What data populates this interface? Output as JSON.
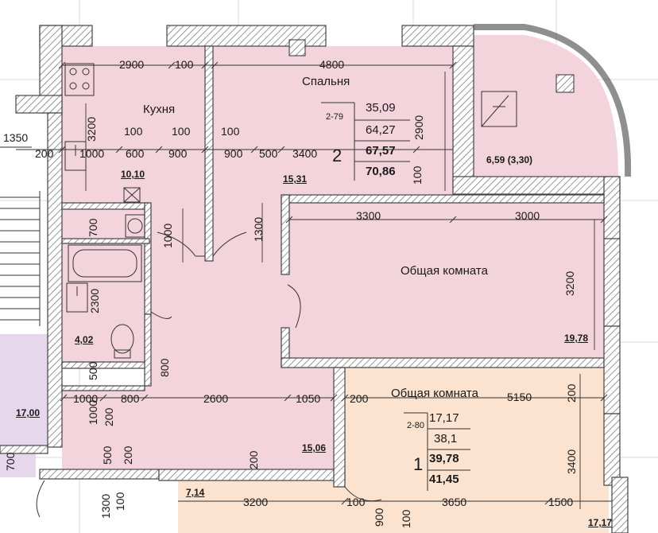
{
  "dims": {
    "d_2900_top": "2900",
    "d_100_a": "100",
    "d_4800": "4800",
    "d_1350": "1350",
    "d_3200_kitchen": "3200",
    "d_100_b": "100",
    "d_100_c": "100",
    "d_100_d": "100",
    "d_200_left": "200",
    "d_1000_k": "1000",
    "d_600": "600",
    "d_900_a": "900",
    "d_900_b": "900",
    "d_500_a": "500",
    "d_3400_bed": "3400",
    "d_2900_right": "2900",
    "d_100_bed": "100",
    "d_700_bath": "700",
    "d_1000_door": "1000",
    "d_1300": "1300",
    "d_3300": "3300",
    "d_3000": "3000",
    "d_3200_living": "3200",
    "d_2300": "2300",
    "d_500_wc": "500",
    "d_800_v": "800",
    "d_1000_hall": "1000",
    "d_800_h": "800",
    "d_2600": "2600",
    "d_1050": "1050",
    "d_200_mid": "200",
    "d_5150": "5150",
    "d_200_right": "200",
    "d_1000_v": "1000",
    "d_200_v": "200",
    "d_500_v": "500",
    "d_200_v2": "200",
    "d_3400_right": "3400",
    "d_700_bottom": "700",
    "d_1300_bottom": "1300",
    "d_100_bottom": "100",
    "d_200_bottom": "200",
    "d_3200_bottom": "3200",
    "d_100_bottom2": "100",
    "d_900_bottom": "900",
    "d_100_bottom3": "100",
    "d_3650": "3650",
    "d_1500": "1500"
  },
  "rooms": {
    "kitchen_name": "Кухня",
    "kitchen_area": "10,10",
    "bedroom_name": "Спальня",
    "bedroom_area": "15,31",
    "balcony_area": "6,59 (3,30)",
    "living2_name": "Общая комната",
    "living2_area": "19,78",
    "bath_area": "4,02",
    "hall_area": "15,06",
    "stair_area": "17,00",
    "living1_name": "Общая комната",
    "living1_area": "17,17",
    "small_area": "7,14"
  },
  "apt2": {
    "code": "2-79",
    "rooms": "2",
    "living": "35,09",
    "total": "64,27",
    "total_b": "67,57",
    "total_full": "70,86"
  },
  "apt1": {
    "code": "2-80",
    "rooms": "1",
    "living": "17,17",
    "total": "38,1",
    "total_b": "39,78",
    "total_full": "41,45"
  },
  "colors": {
    "pink_fill": "#f4d4dc",
    "orange_fill": "#fbe3cf",
    "purple_fill": "#e6d7ec",
    "wall_hatch": "#7a7a7a"
  }
}
